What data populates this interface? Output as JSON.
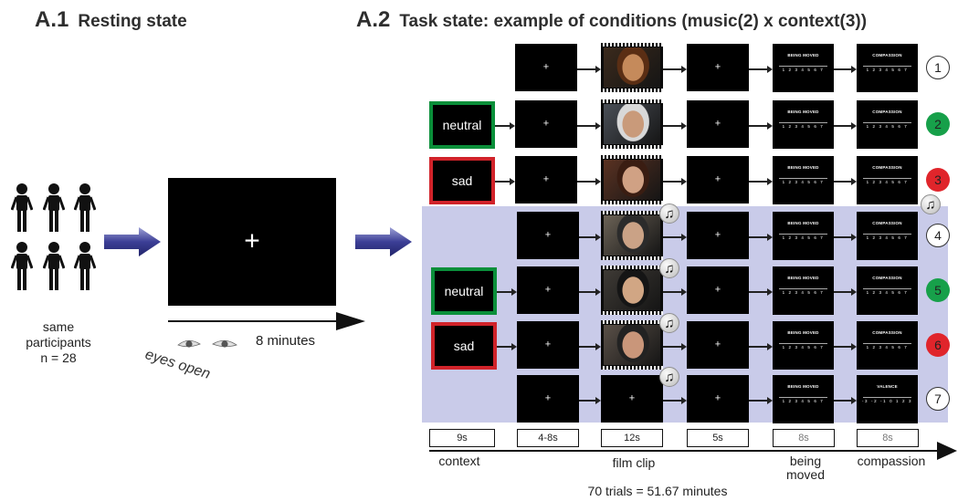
{
  "panel_a1": {
    "label": "A.1",
    "title": "Resting state",
    "screen_symbol": "+",
    "duration": "8 minutes",
    "eyes_label": "eyes open",
    "participants": [
      "same",
      "participants",
      "n = 28"
    ]
  },
  "panel_a2": {
    "label": "A.2",
    "title": "Task state: example of conditions (music(2) x context(3))",
    "fixation_symbol": "+",
    "context_labels": {
      "neutral": "neutral",
      "sad": "sad"
    },
    "rating_titles": {
      "being_moved": "BEING MOVED",
      "compassion": "COMPASSION",
      "valence": "VALENCE"
    },
    "rating_scales": {
      "likert": "1 2 3 4 5 6 7",
      "valence": "-3 -2 -1 0 1 2 3"
    },
    "condition_numbers": [
      "1",
      "2",
      "3",
      "4",
      "5",
      "6",
      "7"
    ],
    "music_icon": "music-note-icon",
    "timeline": {
      "durations": [
        "9s",
        "4-8s",
        "12s",
        "5s",
        "8s",
        "8s"
      ],
      "labels": {
        "context": "context",
        "film": "film clip",
        "being_moved": [
          "being",
          "moved"
        ],
        "compassion": "compassion"
      },
      "summary": "70 trials = 51.67 minutes"
    }
  },
  "colors": {
    "music_band": "#c9cbe9",
    "neutral_border": "#0a8f3a",
    "sad_border": "#d1232a",
    "arrow_blue": "#3c3f96"
  }
}
